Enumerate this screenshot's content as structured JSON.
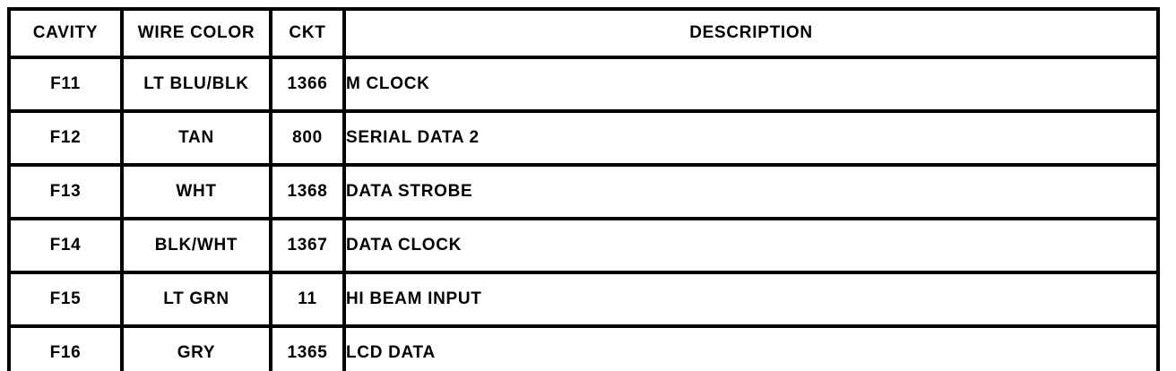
{
  "table": {
    "name": "connector-cavity-wiring-table",
    "columns": [
      {
        "key": "cavity",
        "label": "CAVITY",
        "align": "center"
      },
      {
        "key": "wire_color",
        "label": "WIRE COLOR",
        "align": "center"
      },
      {
        "key": "ckt",
        "label": "CKT",
        "align": "center"
      },
      {
        "key": "description",
        "label": "DESCRIPTION",
        "align": "left"
      }
    ],
    "rows": [
      {
        "cavity": "F11",
        "wire_color": "LT BLU/BLK",
        "ckt": "1366",
        "description": "M CLOCK"
      },
      {
        "cavity": "F12",
        "wire_color": "TAN",
        "ckt": "800",
        "description": "SERIAL DATA 2"
      },
      {
        "cavity": "F13",
        "wire_color": "WHT",
        "ckt": "1368",
        "description": "DATA STROBE"
      },
      {
        "cavity": "F14",
        "wire_color": "BLK/WHT",
        "ckt": "1367",
        "description": "DATA CLOCK"
      },
      {
        "cavity": "F15",
        "wire_color": "LT GRN",
        "ckt": "11",
        "description": "HI BEAM INPUT"
      },
      {
        "cavity": "F16",
        "wire_color": "GRY",
        "ckt": "1365",
        "description": "LCD DATA"
      }
    ]
  },
  "colors": {
    "border": "#000000",
    "text": "#000000",
    "background": "#ffffff"
  }
}
